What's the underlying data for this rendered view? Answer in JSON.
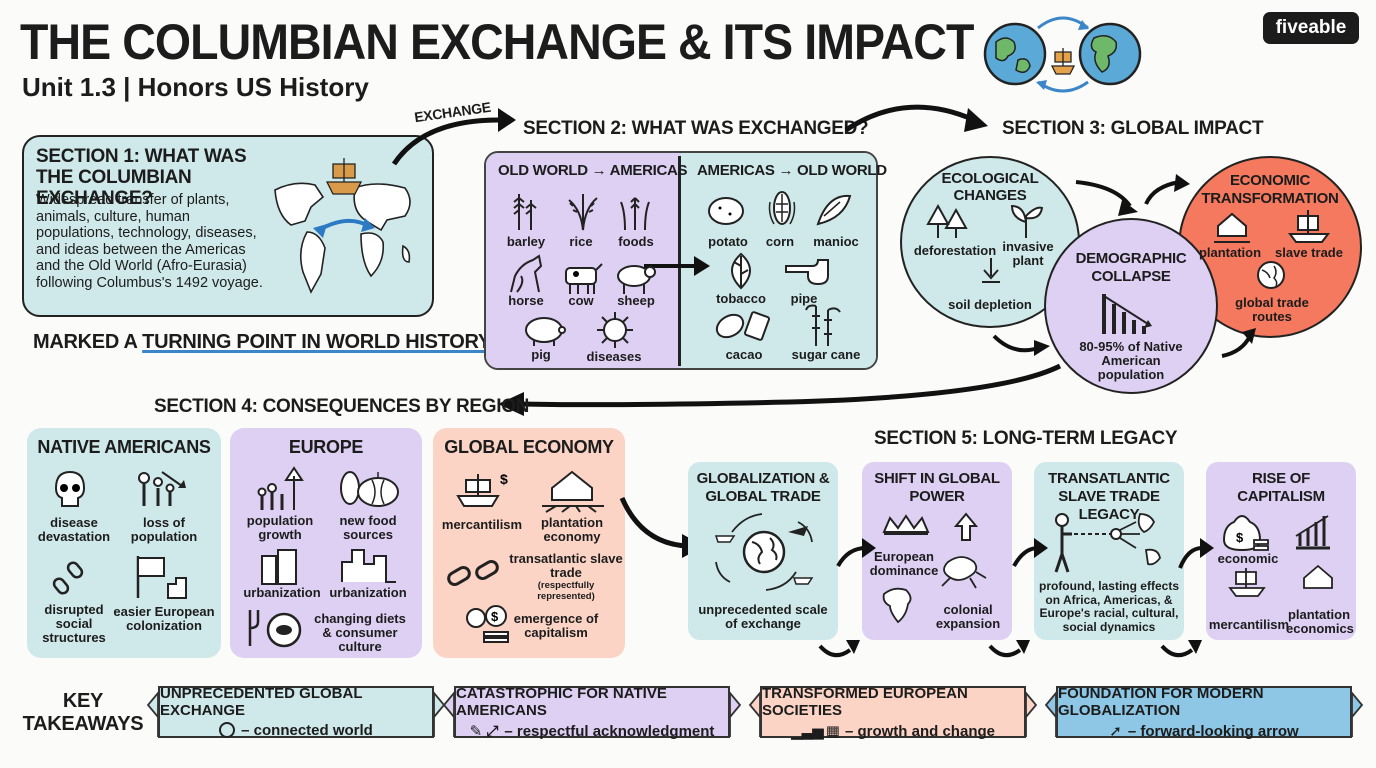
{
  "title": "THE COLUMBIAN EXCHANGE & ITS IMPACT",
  "subtitle": "Unit 1.3 | Honors US History",
  "logo": "fiveable",
  "arrow_label": "EXCHANGE",
  "s1": {
    "title": "SECTION 1: WHAT WAS THE COLUMBIAN EXCHANGE?",
    "body": "Widespread transfer of plants, animals, culture, human populations, technology, diseases, and ideas between the Americas and the Old World (Afro-Eurasia) following Columbus's 1492 voyage.",
    "turning_pre": "MARKED A ",
    "turning_hl": "TURNING POINT IN WORLD HISTORY"
  },
  "s2": {
    "title": "SECTION 2: WHAT WAS EXCHANGED?",
    "left_title": "OLD WORLD → AMERICAS",
    "right_title": "AMERICAS → OLD WORLD",
    "left_items": [
      "barley",
      "rice",
      "foods",
      "horse",
      "cow",
      "sheep",
      "pig",
      "diseases"
    ],
    "right_items": [
      "potato",
      "corn",
      "manioc",
      "tobacco",
      "pipe",
      "cacao",
      "sugar cane"
    ]
  },
  "s3": {
    "title": "SECTION 3: GLOBAL IMPACT",
    "eco": {
      "title": "ECOLOGICAL CHANGES",
      "a": "deforestation",
      "b": "invasive plant",
      "c": "soil depletion"
    },
    "demo": {
      "title": "DEMOGRAPHIC COLLAPSE",
      "stat": "80-95% of Native American population"
    },
    "econ": {
      "title": "ECONOMIC TRANSFORMATION",
      "a": "plantation",
      "b": "slave trade",
      "c": "global trade routes"
    }
  },
  "s4": {
    "title": "SECTION 4: CONSEQUENCES BY REGION",
    "na": {
      "title": "NATIVE AMERICANS",
      "items": [
        "disease devastation",
        "loss of population",
        "disrupted social structures",
        "easier European colonization"
      ]
    },
    "eu": {
      "title": "EUROPE",
      "items": [
        "population growth",
        "new food sources",
        "urbanization",
        "urbanization",
        "changing diets & consumer culture"
      ]
    },
    "ge": {
      "title": "GLOBAL ECONOMY",
      "items": [
        "mercantilism",
        "plantation economy",
        "transatlantic slave trade",
        "(respectfully represented)",
        "emergence of capitalism"
      ]
    }
  },
  "s5": {
    "title": "SECTION 5: LONG-TERM LEGACY",
    "glob": {
      "title": "GLOBALIZATION & GLOBAL TRADE",
      "text": "unprecedented scale of exchange"
    },
    "shift": {
      "title": "SHIFT IN GLOBAL POWER",
      "a": "European dominance",
      "b": "colonial expansion"
    },
    "slave": {
      "title": "TRANSATLANTIC SLAVE TRADE LEGACY",
      "text": "profound, lasting effects on Africa, Americas, & Europe's racial, cultural, social dynamics"
    },
    "cap": {
      "title": "RISE OF CAPITALISM",
      "a": "economic",
      "b": "mercantilism",
      "c": "plantation economics"
    }
  },
  "takeaways": {
    "label": "KEY TAKEAWAYS",
    "items": [
      {
        "title": "UNPRECEDENTED GLOBAL EXCHANGE",
        "sub": "– connected world"
      },
      {
        "title": "CATASTROPHIC FOR NATIVE AMERICANS",
        "sub": "– respectful acknowledgment"
      },
      {
        "title": "TRANSFORMED EUROPEAN SOCIETIES",
        "sub": "– growth and change"
      },
      {
        "title": "FOUNDATION FOR MODERN GLOBALIZATION",
        "sub": "– forward-looking arrow"
      }
    ]
  },
  "colors": {
    "teal": "#cfe9ea",
    "purple": "#ddd0f3",
    "peach": "#fbd4c5",
    "orange": "#f4795e",
    "blue": "#8ec7e5"
  }
}
